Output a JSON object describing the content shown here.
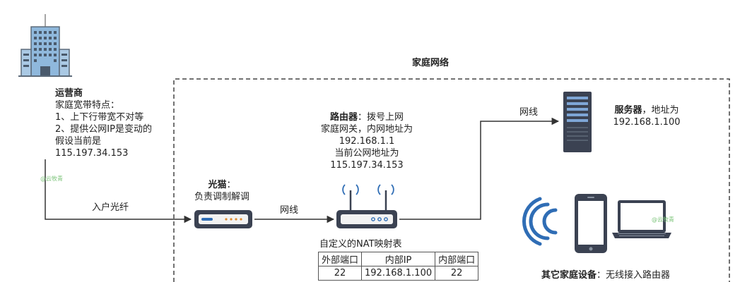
{
  "network_label": "家庭网络",
  "isp": {
    "title": "运营商",
    "lines": [
      "家庭宽带特点：",
      "1、上下行带宽不对等",
      "2、提供公网IP是变动的",
      "假设当前是",
      "115.197.34.153"
    ]
  },
  "watermark": "@云牧青",
  "modem": {
    "title": "光猫",
    "title_suffix": "：",
    "desc": "负责调制解调"
  },
  "router": {
    "title": "路由器",
    "title_suffix": "：拨号上网",
    "lines": [
      "家庭网关，内网地址为",
      "192.168.1.1",
      "当前公网地址为",
      "115.197.34.153"
    ]
  },
  "server": {
    "title": "服务器",
    "title_suffix": "，地址为",
    "address": "192.168.1.100"
  },
  "links": {
    "fiber": "入户光纤",
    "cable1": "网线",
    "cable2": "网线"
  },
  "nat_table": {
    "caption": "自定义的NAT映射表",
    "headers": [
      "外部端口",
      "内部IP",
      "内部端口"
    ],
    "rows": [
      [
        "22",
        "192.168.1.100",
        "22"
      ]
    ]
  },
  "devices": {
    "title": "其它家庭设备",
    "title_suffix": "：无线接入路由器"
  },
  "colors": {
    "line": "#333333",
    "accent_blue": "#2f6db5",
    "dark_device": "#3b4252"
  }
}
